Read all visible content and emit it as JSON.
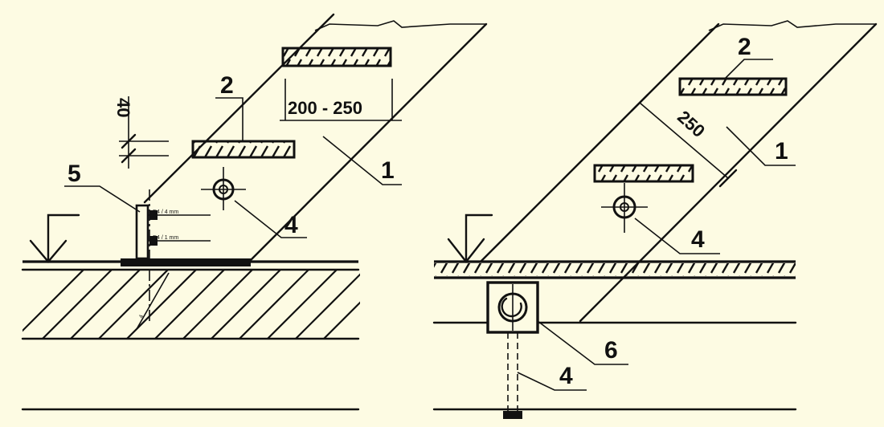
{
  "left_view": {
    "dims": {
      "spacing": "200 - 250",
      "offset": "40"
    },
    "labels": {
      "slab": "1",
      "bar": "2",
      "anchor": "4",
      "plate": "5"
    }
  },
  "right_view": {
    "dims": {
      "spacing": "250"
    },
    "labels": {
      "slab": "1",
      "bar": "2",
      "anchor": "4",
      "anchor_bolt": "4",
      "bracket": "6"
    }
  },
  "colors": {
    "background": "#fdfbe3",
    "ink": "#111111"
  }
}
